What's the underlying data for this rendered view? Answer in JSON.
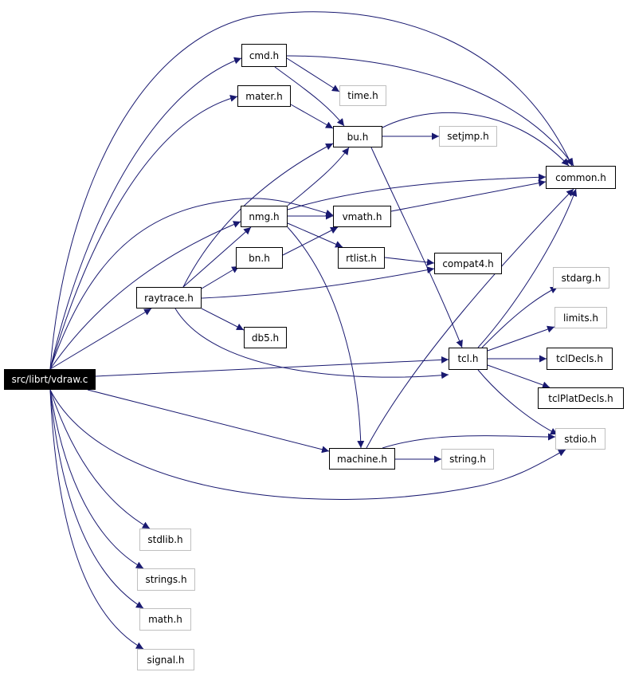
{
  "graph": {
    "edge_color": "#191970",
    "root": "src/librt/vdraw.c",
    "nodes": {
      "vdraw": "src/librt/vdraw.c",
      "cmd": "cmd.h",
      "time": "time.h",
      "mater": "mater.h",
      "bu": "bu.h",
      "setjmp": "setjmp.h",
      "common": "common.h",
      "nmg": "nmg.h",
      "vmath": "vmath.h",
      "bn": "bn.h",
      "rtlist": "rtlist.h",
      "compat4": "compat4.h",
      "raytrace": "raytrace.h",
      "stdarg": "stdarg.h",
      "limits": "limits.h",
      "db5": "db5.h",
      "tcl": "tcl.h",
      "tclDecls": "tclDecls.h",
      "tclPlatDecls": "tclPlatDecls.h",
      "machine": "machine.h",
      "stdio": "stdio.h",
      "string": "string.h",
      "stdlib": "stdlib.h",
      "strings": "strings.h",
      "math": "math.h",
      "signal": "signal.h"
    },
    "edges": [
      [
        "vdraw",
        "cmd"
      ],
      [
        "vdraw",
        "mater"
      ],
      [
        "vdraw",
        "common"
      ],
      [
        "vdraw",
        "nmg"
      ],
      [
        "vdraw",
        "vmath"
      ],
      [
        "vdraw",
        "raytrace"
      ],
      [
        "vdraw",
        "tcl"
      ],
      [
        "vdraw",
        "machine"
      ],
      [
        "vdraw",
        "stdio"
      ],
      [
        "vdraw",
        "stdlib"
      ],
      [
        "vdraw",
        "strings"
      ],
      [
        "vdraw",
        "math"
      ],
      [
        "vdraw",
        "signal"
      ],
      [
        "cmd",
        "time"
      ],
      [
        "cmd",
        "bu"
      ],
      [
        "cmd",
        "common"
      ],
      [
        "mater",
        "bu"
      ],
      [
        "bu",
        "setjmp"
      ],
      [
        "bu",
        "common"
      ],
      [
        "bu",
        "tcl"
      ],
      [
        "nmg",
        "bu"
      ],
      [
        "nmg",
        "vmath"
      ],
      [
        "nmg",
        "rtlist"
      ],
      [
        "nmg",
        "common"
      ],
      [
        "nmg",
        "machine"
      ],
      [
        "vmath",
        "common"
      ],
      [
        "bn",
        "vmath"
      ],
      [
        "rtlist",
        "compat4"
      ],
      [
        "raytrace",
        "bu"
      ],
      [
        "raytrace",
        "nmg"
      ],
      [
        "raytrace",
        "bn"
      ],
      [
        "raytrace",
        "db5"
      ],
      [
        "raytrace",
        "compat4"
      ],
      [
        "raytrace",
        "tcl"
      ],
      [
        "tcl",
        "stdarg"
      ],
      [
        "tcl",
        "limits"
      ],
      [
        "tcl",
        "tclDecls"
      ],
      [
        "tcl",
        "tclPlatDecls"
      ],
      [
        "tcl",
        "stdio"
      ],
      [
        "tcl",
        "common"
      ],
      [
        "machine",
        "stdio"
      ],
      [
        "machine",
        "string"
      ],
      [
        "machine",
        "common"
      ]
    ]
  }
}
